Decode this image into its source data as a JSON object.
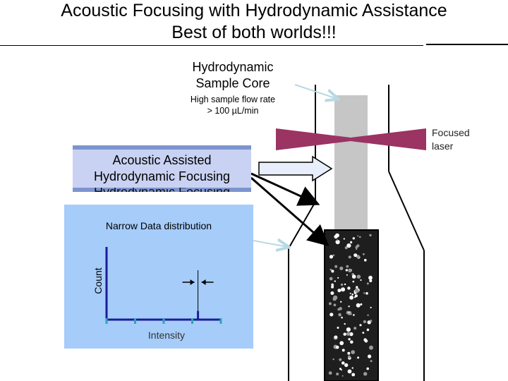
{
  "title": {
    "line1": "Acoustic Focusing with Hydrodynamic Assistance",
    "line2": "Best of both worlds!!!"
  },
  "labels": {
    "sample_core": [
      "Hydrodynamic",
      "Sample Core"
    ],
    "flow_rate": [
      "High sample flow rate",
      "> 100 µL/min"
    ],
    "laser": [
      "Focused",
      "laser"
    ],
    "aahf_box": [
      "Acoustic Assisted",
      "Hydrodynamic Focusing"
    ]
  },
  "colors": {
    "laser": "#9b3363",
    "core": "#c6c6c6",
    "box_face": "#c9d2f2",
    "chart_panel": "#a6ccfa",
    "axis": "#1c1c9a",
    "tick": "#2fa6b4"
  },
  "chart_data": {
    "type": "bar",
    "title": "Narrow Data distribution",
    "xlabel": "Intensity",
    "ylabel": "Count",
    "x_ticks": 5,
    "peak_position": 0.8,
    "peak_height": 0.12,
    "grid": false
  }
}
